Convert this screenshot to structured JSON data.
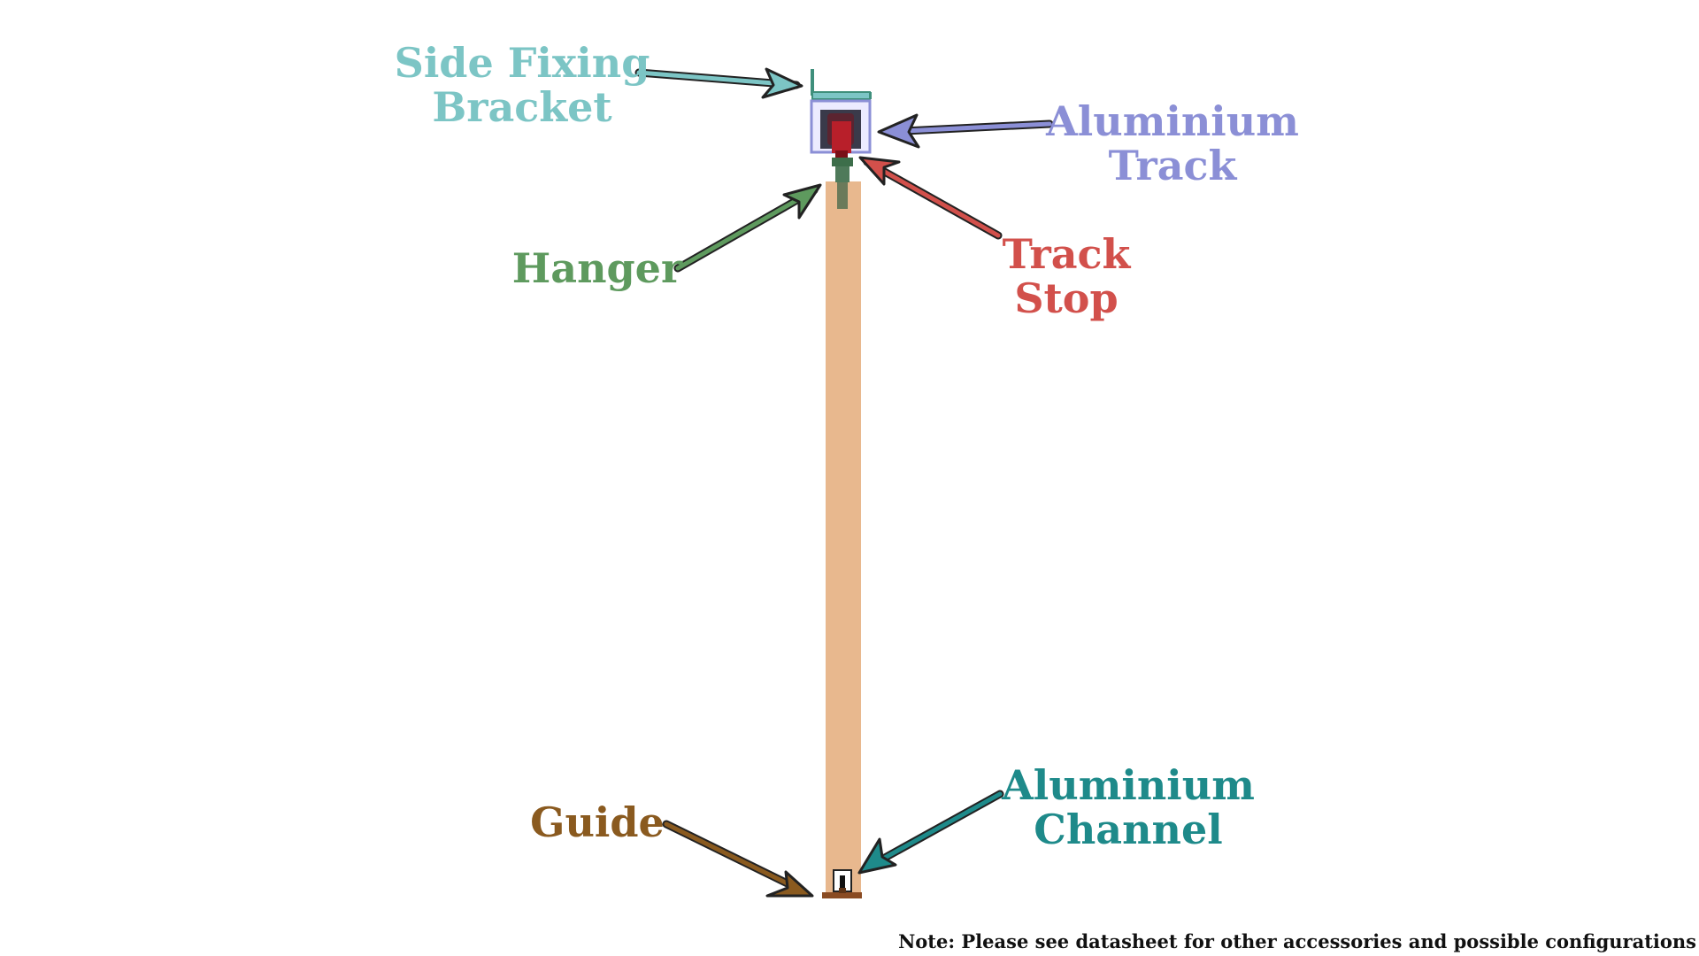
{
  "labels": {
    "side_fixing_bracket": {
      "line1": "Side Fixing",
      "line2": "Bracket",
      "color": "#7cc5c5"
    },
    "aluminium_track": {
      "line1": "Aluminium",
      "line2": "Track",
      "color": "#8b8fd6"
    },
    "hanger": {
      "text": "Hanger",
      "color": "#5e9a5e"
    },
    "track_stop": {
      "line1": "Track",
      "line2": "Stop",
      "color": "#d2504b"
    },
    "guide": {
      "text": "Guide",
      "color": "#8a5a1f"
    },
    "aluminium_channel": {
      "line1": "Aluminium",
      "line2": "Channel",
      "color": "#1e8a8a"
    }
  },
  "note": "Note: Please see datasheet for other accessories and possible configurations",
  "colors": {
    "door_panel": "#e8b88e",
    "bracket": "#3f8f7c",
    "track": "#a6a8f0",
    "stop": "#b81f2a",
    "hanger": "#3d6e4a",
    "guide": "#8a4b22"
  }
}
